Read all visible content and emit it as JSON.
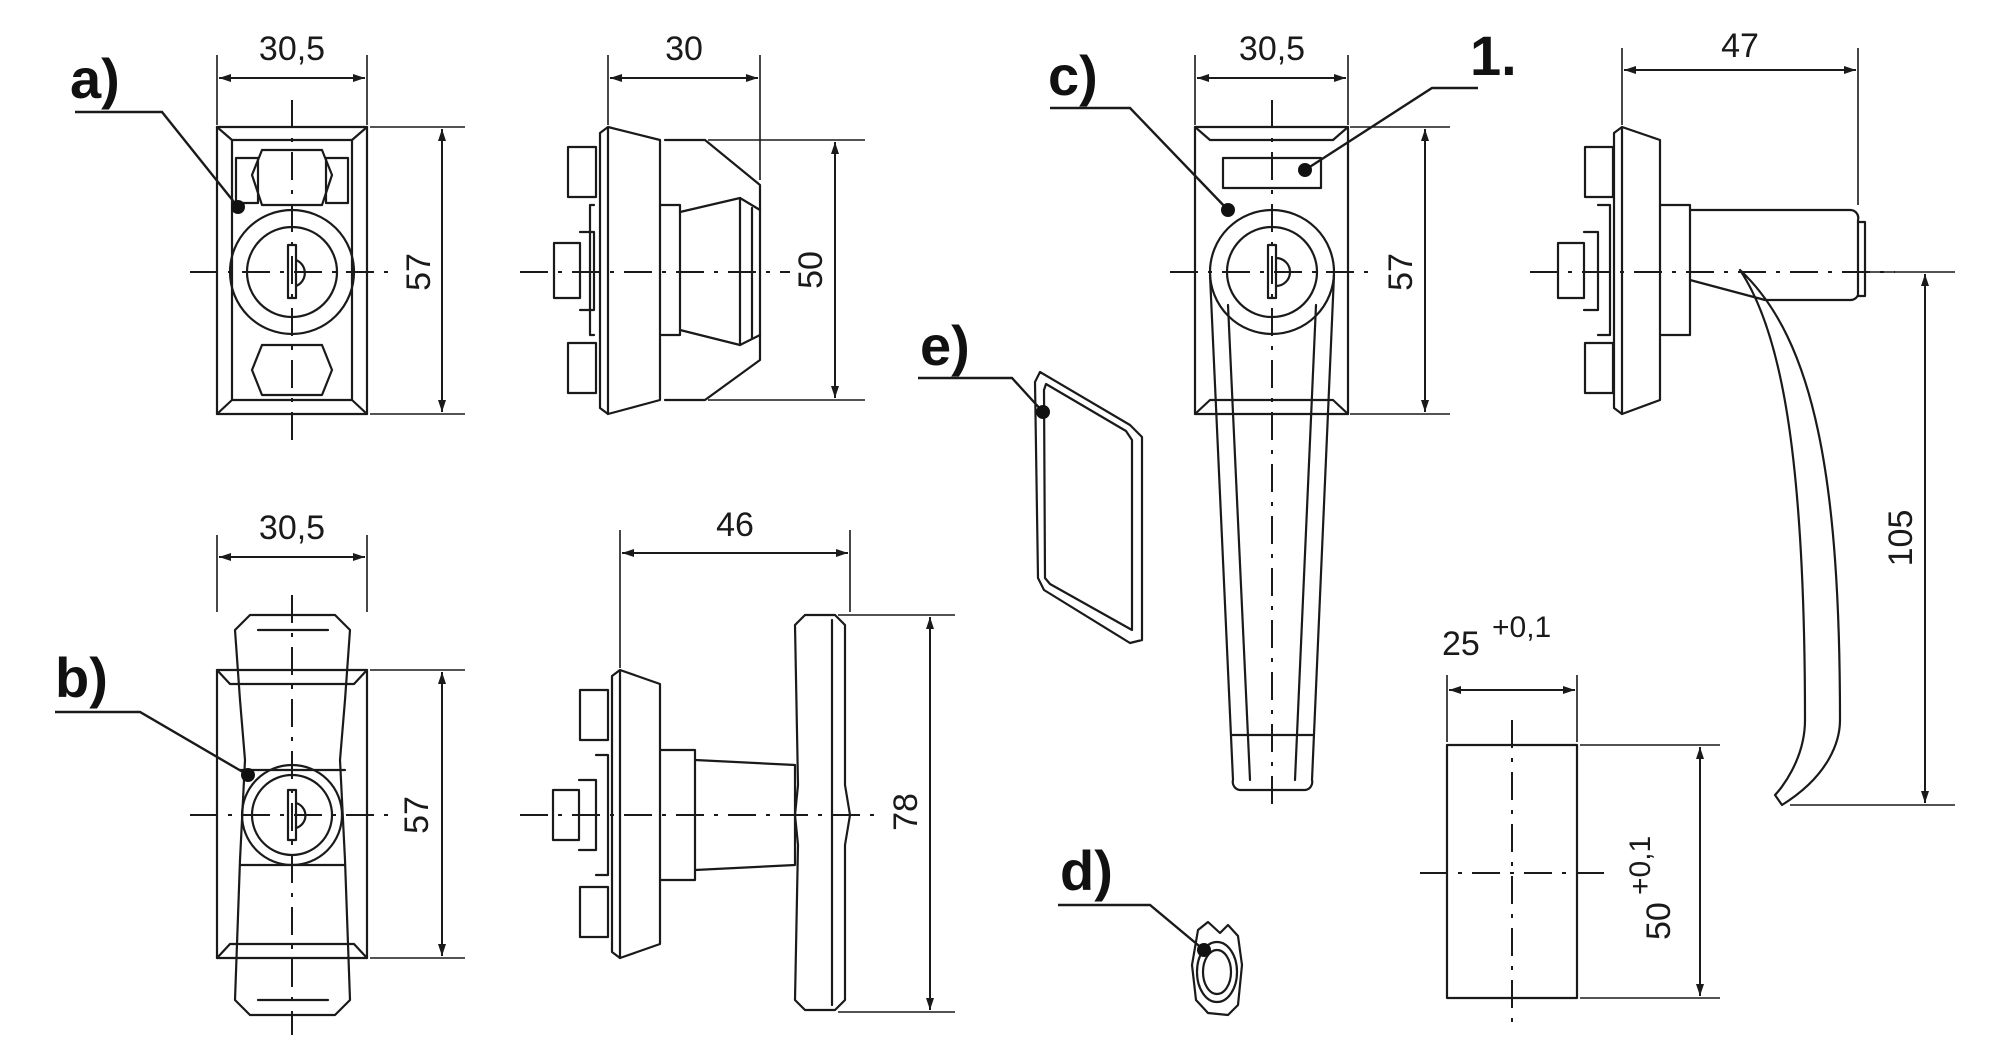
{
  "labels": {
    "a": "a)",
    "b": "b)",
    "c": "c)",
    "d": "d)",
    "e": "e)",
    "note1": "1."
  },
  "dimensions": {
    "a_width": "30,5",
    "a_height": "57",
    "a_side_width": "30",
    "a_side_height": "50",
    "b_width": "30,5",
    "b_height": "57",
    "b_side_width": "46",
    "b_side_height": "78",
    "c_width": "30,5",
    "c_height": "57",
    "c_side_width": "47",
    "c_side_height": "105",
    "cutout_width": "25",
    "cutout_width_tol": "+0,1",
    "cutout_height": "50",
    "cutout_height_tol": "+0,1"
  }
}
